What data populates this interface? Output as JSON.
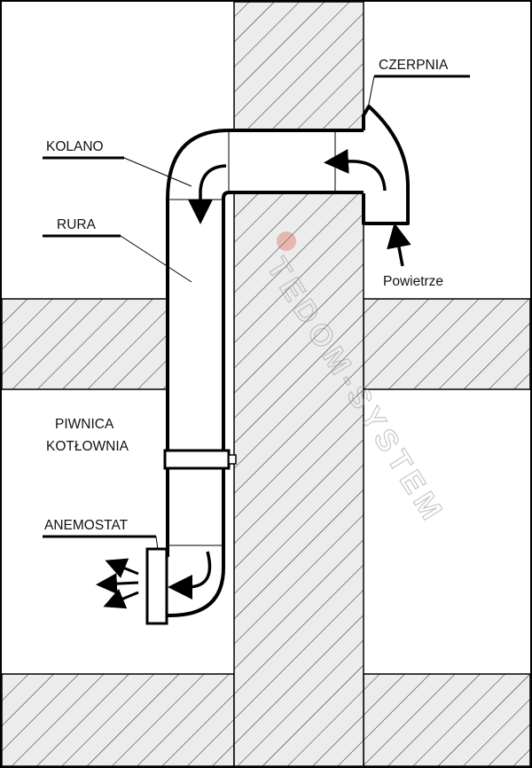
{
  "labels": {
    "czerpnia": "CZERPNIA",
    "kolano": "KOLANO",
    "rura": "RURA",
    "powietrze": "Powietrze",
    "piwnica": "PIWNICA",
    "kotlownia": "KOTŁOWNIA",
    "anemostat": "ANEMOSTAT"
  },
  "watermark": "TEDOM-SYSTEM",
  "colors": {
    "ink": "#000000",
    "background": "#ffffff",
    "wall_fill": "#ececec",
    "watermark": "#c8c8c8",
    "watermark_logo": "#d84a3a"
  }
}
